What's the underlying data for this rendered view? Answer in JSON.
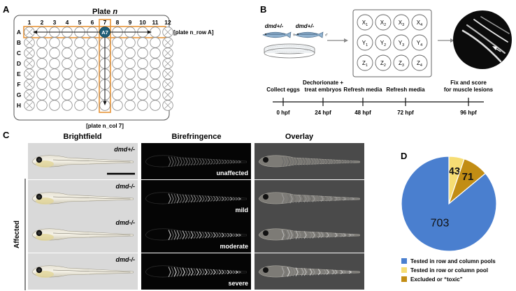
{
  "panel_labels": {
    "a": "A",
    "b": "B",
    "c": "C",
    "d": "D"
  },
  "panel_a": {
    "title_prefix": "Plate ",
    "title_var": "n",
    "col_numbers": [
      "1",
      "2",
      "3",
      "4",
      "5",
      "6",
      "7",
      "8",
      "9",
      "10",
      "11",
      "12"
    ],
    "row_letters": [
      "A",
      "B",
      "C",
      "D",
      "E",
      "F",
      "G",
      "H"
    ],
    "highlight_well": "A7",
    "row_pool_label": "[plate n_row A]",
    "col_pool_label": "[plate n_col 7]"
  },
  "panel_b": {
    "parents": [
      "dmd+/-",
      "dmd+/-"
    ],
    "parent_symbols": [
      "♀",
      "♂"
    ],
    "wells": [
      [
        "X1",
        "X2",
        "X3",
        "X4"
      ],
      [
        "Y1",
        "Y2",
        "Y3",
        "Y4"
      ],
      [
        "Z1",
        "Z2",
        "Z3",
        "Z4"
      ]
    ],
    "timeline_events": [
      {
        "label": [
          "Collect eggs"
        ],
        "time": "0 hpf"
      },
      {
        "label": [
          "Dechorionate +",
          "treat embryos"
        ],
        "time": "24 hpf"
      },
      {
        "label": [
          "Refresh media"
        ],
        "time": "48 hpf"
      },
      {
        "label": [
          "Refresh media"
        ],
        "time": "72 hpf"
      },
      {
        "label": [
          "Fix and score",
          "for muscle lesions"
        ],
        "time": "96 hpf"
      }
    ]
  },
  "panel_c": {
    "col_headers": [
      "Brightfield",
      "Birefringence",
      "Overlay"
    ],
    "rows": [
      {
        "genotype": "dmd+/-",
        "phenotype": "unaffected"
      },
      {
        "genotype": "dmd-/-",
        "phenotype": "mild"
      },
      {
        "genotype": "dmd-/-",
        "phenotype": "moderate"
      },
      {
        "genotype": "dmd-/-",
        "phenotype": "severe"
      }
    ],
    "affected_label": "Affected"
  },
  "chart_data": {
    "type": "pie",
    "categories": [
      "Tested in row and column pools",
      "Tested in row or column pool",
      "Excluded or “toxic”"
    ],
    "values": [
      703,
      43,
      71
    ],
    "colors": [
      "#4a7fcf",
      "#f6dd74",
      "#c28d14"
    ],
    "legend_position": "bottom"
  }
}
